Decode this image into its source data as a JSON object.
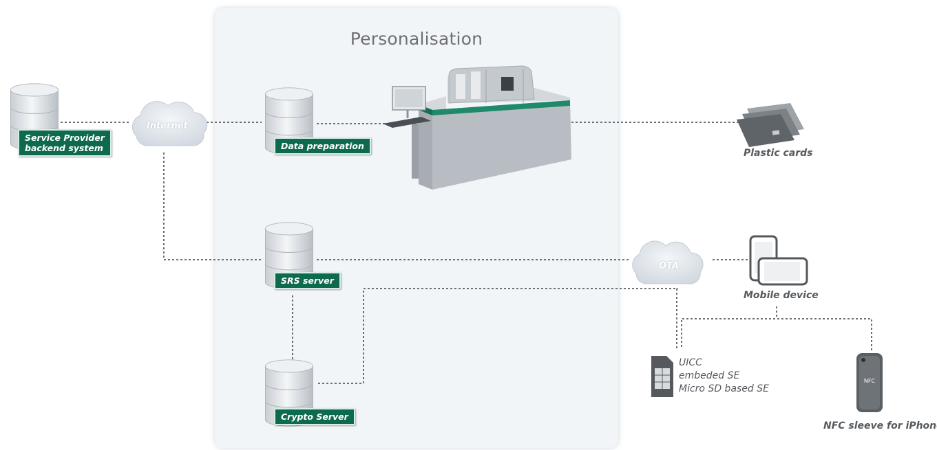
{
  "panel": {
    "title": "Personalisation"
  },
  "nodes": {
    "backend": {
      "label_line1": "Service Provider",
      "label_line2": "backend system"
    },
    "internet": {
      "label": "Internet"
    },
    "data_prep": {
      "label": "Data preparation"
    },
    "srs": {
      "label": "SRS server"
    },
    "crypto": {
      "label": "Crypto Server"
    },
    "ota": {
      "label": "OTA"
    },
    "plastic_cards": {
      "label": "Plastic cards"
    },
    "mobile": {
      "label": "Mobile device"
    },
    "secure_elements": {
      "items": [
        "UICC",
        "embeded SE",
        "Micro SD based SE"
      ]
    },
    "nfc_sleeve": {
      "label": "NFC sleeve for iPhone",
      "badge": "NFC"
    }
  },
  "colors": {
    "badge": "#0d6a4e",
    "connector": "#6b6f73",
    "panel": "#f1f5f8",
    "machine_stripe": "#1f8a6b"
  }
}
